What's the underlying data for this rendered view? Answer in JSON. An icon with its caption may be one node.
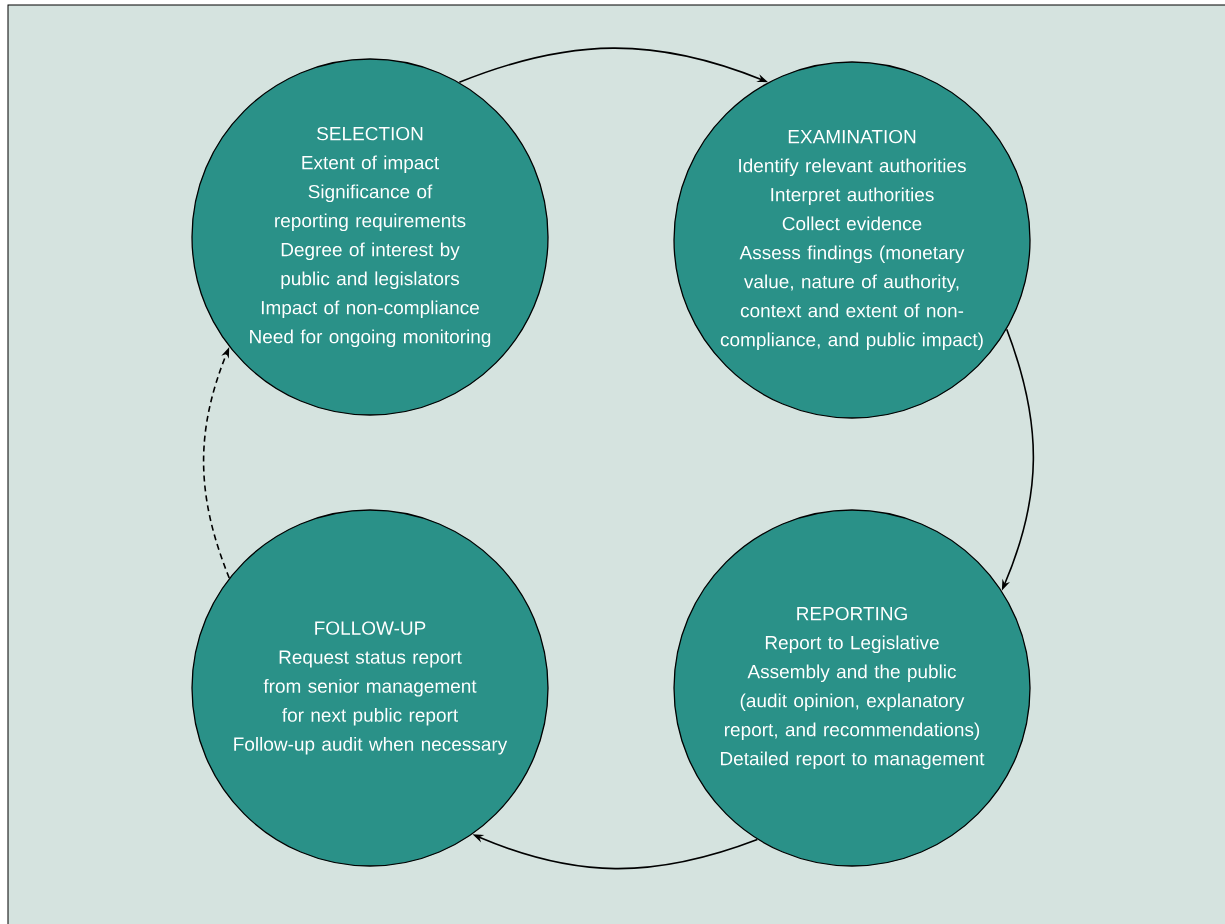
{
  "diagram": {
    "nodes": [
      {
        "text": [
          "SELECTION",
          "Extent of impact",
          "Significance of reporting requirements",
          "Degree of interest by public and legislators",
          "Impact of non-compliance",
          "Need for ongoing monitoring"
        ]
      },
      {
        "text": [
          "EXAMINATION",
          "Identify relevant authorities",
          "Interpret authorities",
          "Collect evidence",
          "Assess findings (monetary value, nature of authority, context and extent of non-compliance, and public impact)"
        ]
      },
      {
        "text": [
          "REPORTING",
          "Report to Legislative Assembly and the public (audit opinion, explanatory report, and recommendations)",
          "Detailed report to management"
        ]
      },
      {
        "text": [
          "FOLLOW-UP",
          "Request status report from senior management for next public report",
          "Follow-up audit when necessary"
        ]
      }
    ],
    "edges": [
      {
        "from": 0,
        "to": 1,
        "arrow": "to"
      },
      {
        "from": 1,
        "to": 2,
        "arrow": "to"
      },
      {
        "from": 2,
        "to": 3,
        "arrow": "to"
      },
      {
        "from": 3,
        "to": 0,
        "arrow": "to",
        "style": "dashed"
      }
    ]
  }
}
